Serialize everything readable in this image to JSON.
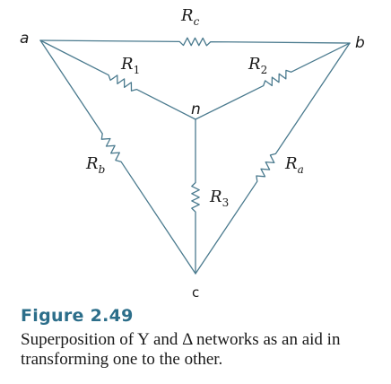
{
  "diagram": {
    "nodes": {
      "a": "a",
      "b": "b",
      "n": "n",
      "c": "c"
    },
    "resistors": [
      {
        "id": "Rc",
        "main": "R",
        "sub": "c",
        "between": [
          "a",
          "b"
        ]
      },
      {
        "id": "R1",
        "main": "R",
        "sub": "1",
        "between": [
          "a",
          "n"
        ]
      },
      {
        "id": "R2",
        "main": "R",
        "sub": "2",
        "between": [
          "b",
          "n"
        ]
      },
      {
        "id": "Rb",
        "main": "R",
        "sub": "b",
        "between": [
          "a",
          "c"
        ]
      },
      {
        "id": "Ra",
        "main": "R",
        "sub": "a",
        "between": [
          "b",
          "c"
        ]
      },
      {
        "id": "R3",
        "main": "R",
        "sub": "3",
        "between": [
          "n",
          "c"
        ]
      }
    ],
    "wire_color": "#4a7a8e"
  },
  "figure": {
    "title": "Figure 2.49",
    "caption": "Superposition of Y and Δ networks as an aid in transforming one to the other.",
    "title_color": "#2c6e8a"
  }
}
